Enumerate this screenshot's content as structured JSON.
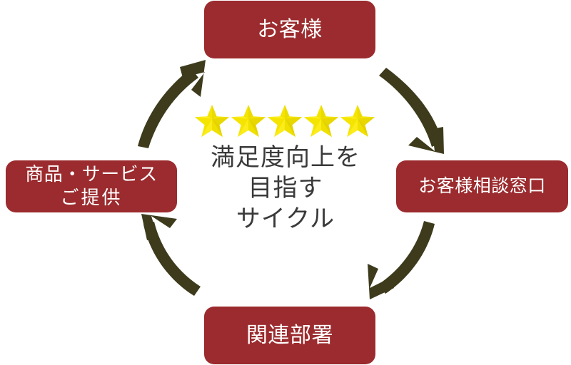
{
  "diagram": {
    "title": "満足度向上を目指すサイクル",
    "box_color": "#9B2B2E",
    "box_text_color": "#FFFFFF",
    "arrow_color": "#3D3B1C",
    "star_color": "#F5E400",
    "center_text_color": "#3A3A3A",
    "background": "#FFFFFF",
    "direction": "clockwise"
  },
  "nodes": {
    "customer": {
      "label": "お客様"
    },
    "desk": {
      "label": "お客様相談窓口"
    },
    "department": {
      "label": "関連部署"
    },
    "provide": {
      "line1": "商品・サービス",
      "line2": "ご提供"
    }
  },
  "center": {
    "rating": {
      "stars_total": 5,
      "stars_filled": 5
    },
    "lines": [
      "満足度向上を",
      "目指す",
      "サイクル"
    ]
  },
  "arrows": [
    {
      "name": "customer-to-desk",
      "from": "customer",
      "to": "desk"
    },
    {
      "name": "desk-to-department",
      "from": "desk",
      "to": "department"
    },
    {
      "name": "department-to-provide",
      "from": "department",
      "to": "provide"
    },
    {
      "name": "provide-to-customer",
      "from": "provide",
      "to": "customer"
    }
  ]
}
